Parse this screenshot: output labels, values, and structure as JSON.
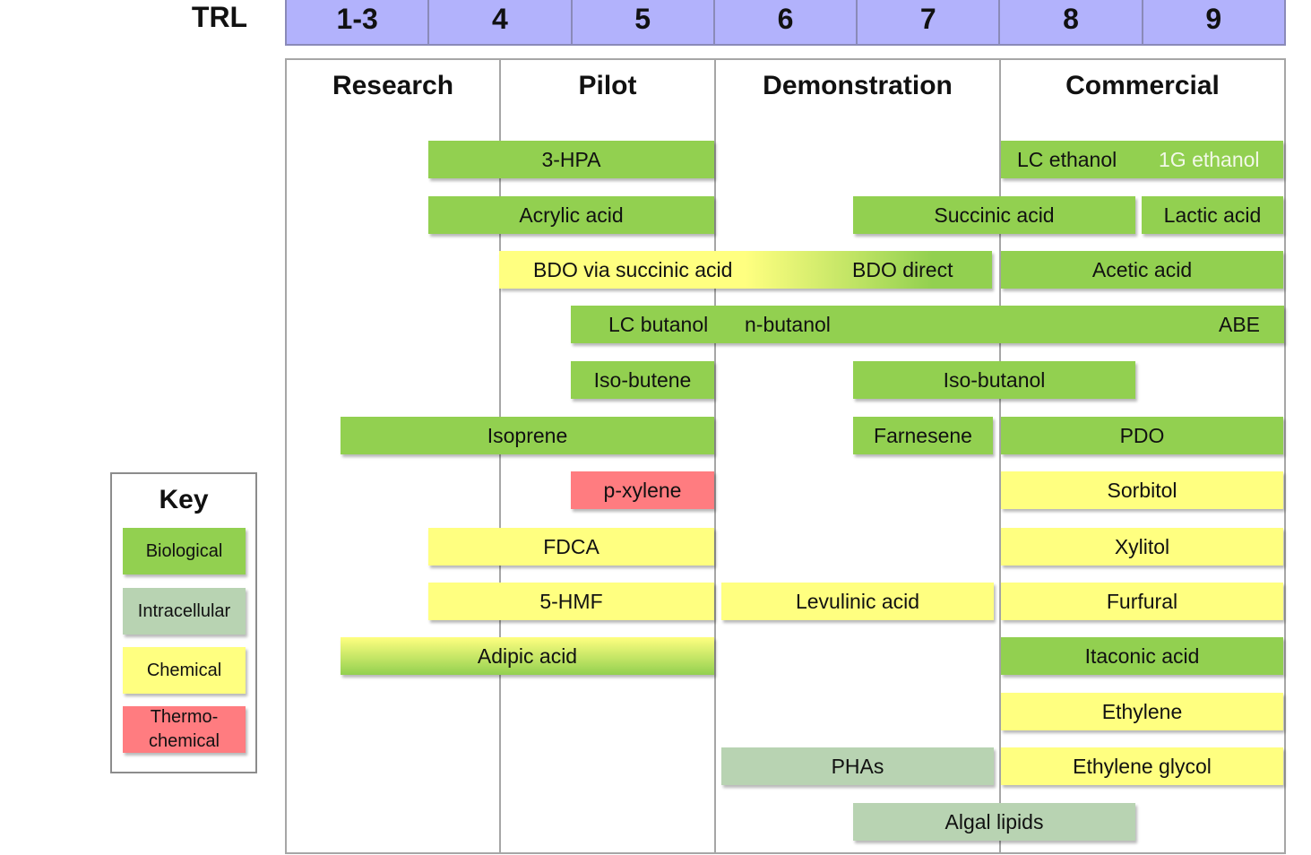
{
  "trl": {
    "label": "TRL",
    "levels": [
      "1-3",
      "4",
      "5",
      "6",
      "7",
      "8",
      "9"
    ]
  },
  "stages": [
    "Research",
    "Pilot",
    "Demonstration",
    "Commercial"
  ],
  "bars": {
    "hpa": "3-HPA",
    "lc_ethanol": "LC ethanol",
    "first_gen_ethanol": "1G ethanol",
    "acrylic_acid": "Acrylic acid",
    "succinic_acid": "Succinic acid",
    "lactic_acid": "Lactic acid",
    "bdo_via_succinic": "BDO via succinic acid",
    "bdo_direct": "BDO direct",
    "acetic_acid": "Acetic acid",
    "lc_butanol": "LC butanol",
    "n_butanol": "n-butanol",
    "abe": "ABE",
    "iso_butene": "Iso-butene",
    "iso_butanol": "Iso-butanol",
    "isoprene": "Isoprene",
    "farnesene": "Farnesene",
    "pdo": "PDO",
    "p_xylene": "p-xylene",
    "sorbitol": "Sorbitol",
    "fdca": "FDCA",
    "xylitol": "Xylitol",
    "hmf": "5-HMF",
    "levulinic_acid": "Levulinic acid",
    "furfural": "Furfural",
    "adipic_acid": "Adipic acid",
    "itaconic_acid": "Itaconic acid",
    "ethylene": "Ethylene",
    "phas": "PHAs",
    "ethylene_glycol": "Ethylene glycol",
    "algal_lipids": "Algal lipids"
  },
  "key": {
    "title": "Key",
    "items": [
      "Biological",
      "Intracellular",
      "Chemical",
      "Thermo-\nchemical"
    ]
  },
  "colors": {
    "biological": "#92d050",
    "intracellular": "#b8d3b2",
    "chemical": "#ffff80",
    "thermochemical": "#ff7c80",
    "trl_header": "#b2b2fc"
  }
}
